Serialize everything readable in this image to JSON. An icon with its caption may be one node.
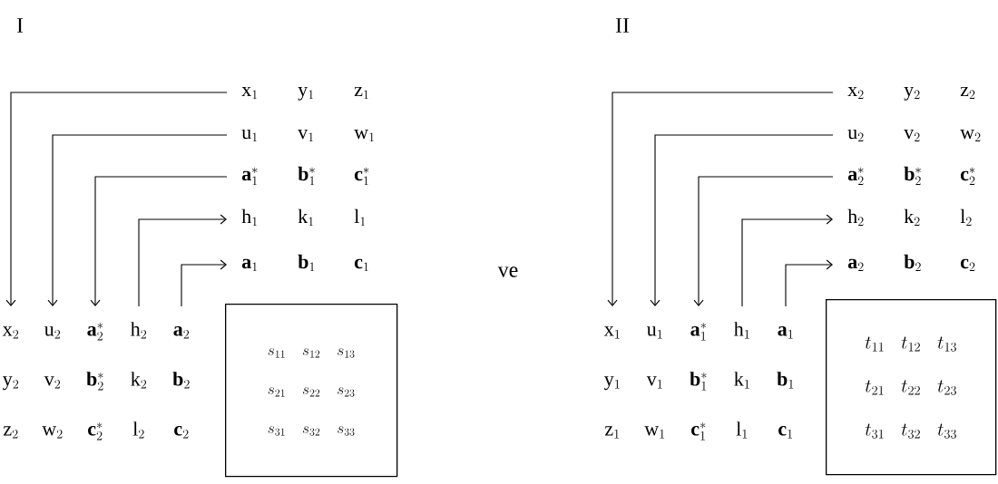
{
  "diagram": {
    "nodes": [
      {
        "text": [
          "\\mathrm{x}_{1}",
          "\\mathrm{y}_{1}",
          "\\mathrm{z}_{1}"
        ]
      },
      {
        "text": [
          "\\mathrm{u}_{1}",
          "\\mathrm{v}_{1}",
          "\\mathrm{w}_{1}"
        ]
      },
      {
        "text": [
          "\\mathbf{a}^{*}_{1}",
          "\\mathbf{b}^{*}_{1}",
          "\\mathbf{c}^{*}_{1}"
        ]
      },
      {
        "text": [
          "\\mathrm{h}_{1}",
          "\\mathrm{k}_{1}",
          "\\mathrm{l}_{1}"
        ]
      },
      {
        "text": [
          "\\mathbf{a}_{1}",
          "\\mathbf{b}_{1}",
          "\\mathbf{c}_{1}"
        ]
      },
      {
        "text": [
          "\\mathrm{x}_{2}",
          "\\mathrm{y}_{2}",
          "\\mathrm{z}_{2}"
        ]
      },
      {
        "text": [
          "\\mathrm{u}_{2}",
          "\\mathrm{v}_{2}",
          "\\mathrm{w}_{2}"
        ]
      },
      {
        "text": [
          "\\mathbf{a}^{*}_{2}",
          "\\mathbf{b}^{*}_{2}",
          "\\mathbf{c}^{*}_{2}"
        ]
      },
      {
        "text": [
          "\\mathrm{h}_{2}",
          "\\mathrm{k}_{2}",
          "\\mathrm{l}_{2}"
        ]
      },
      {
        "text": [
          "\\mathbf{a}_{2}",
          "\\mathbf{b}_{2}",
          "\\mathbf{c}_{2}"
        ]
      },
      {
        "text": [
          "s_{11}",
          "s_{12}",
          "s_{13}",
          "s_{21}",
          "s_{22}",
          "s_{23}",
          "s_{31}",
          "s_{32}",
          "s_{33}"
        ]
      },
      {
        "text": [
          "\\mathrm{x}_{2}",
          "\\mathrm{y}_{2}",
          "\\mathrm{z}_{2}"
        ]
      },
      {
        "text": [
          "\\mathrm{u}_{2}",
          "\\mathrm{v}_{2}",
          "\\mathrm{w}_{2}"
        ]
      },
      {
        "text": [
          "\\mathbf{a}^{*}_{2}",
          "\\mathbf{b}^{*}_{2}",
          "\\mathbf{c}^{*}_{2}"
        ]
      },
      {
        "text": [
          "\\mathrm{h}_{2}",
          "\\mathrm{k}_{2}",
          "\\mathrm{l}_{2}"
        ]
      },
      {
        "text": [
          "\\mathbf{a}_{2}",
          "\\mathbf{b}_{2}",
          "\\mathbf{c}_{2}"
        ]
      },
      {
        "text": [
          "\\mathrm{x}_{1}",
          "\\mathrm{y}_{1}",
          "\\mathrm{z}_{1}"
        ]
      },
      {
        "text": [
          "\\mathrm{u}_{1}",
          "\\mathrm{v}_{1}",
          "\\mathrm{w}_{1}"
        ]
      },
      {
        "text": [
          "\\mathbf{a}^{*}_{1}",
          "\\mathbf{b}^{*}_{1}",
          "\\mathbf{c}^{*}_{1}"
        ]
      },
      {
        "text": [
          "\\mathrm{h}_{1}",
          "\\mathrm{k}_{1}",
          "\\mathrm{l}_{1}"
        ]
      },
      {
        "text": [
          "\\mathbf{a}_{1}",
          "\\mathbf{b}_{1}",
          "\\mathbf{c}_{1}"
        ]
      },
      {
        "text": [
          "t_{11}",
          "t_{12}",
          "t_{13}",
          "t_{21}",
          "t_{22}",
          "t_{23}",
          "t_{31}",
          "t_{32}",
          "t_{33}"
        ]
      }
    ],
    "edges": [
      {
        "from": 0,
        "to": 5,
        "arrow": "to"
      },
      {
        "from": 1,
        "to": 6,
        "arrow": "to"
      },
      {
        "from": 2,
        "to": 7,
        "arrow": "to"
      },
      {
        "from": 8,
        "to": 3,
        "arrow": "to"
      },
      {
        "from": 9,
        "to": 4,
        "arrow": "to"
      },
      {
        "from": 11,
        "to": 16,
        "arrow": "to"
      },
      {
        "from": 12,
        "to": 17,
        "arrow": "to"
      },
      {
        "from": 13,
        "to": 18,
        "arrow": "to"
      },
      {
        "from": 19,
        "to": 14,
        "arrow": "to"
      },
      {
        "from": 20,
        "to": 15,
        "arrow": "to"
      }
    ],
    "labels": [
      "I",
      "II",
      "ve"
    ]
  }
}
